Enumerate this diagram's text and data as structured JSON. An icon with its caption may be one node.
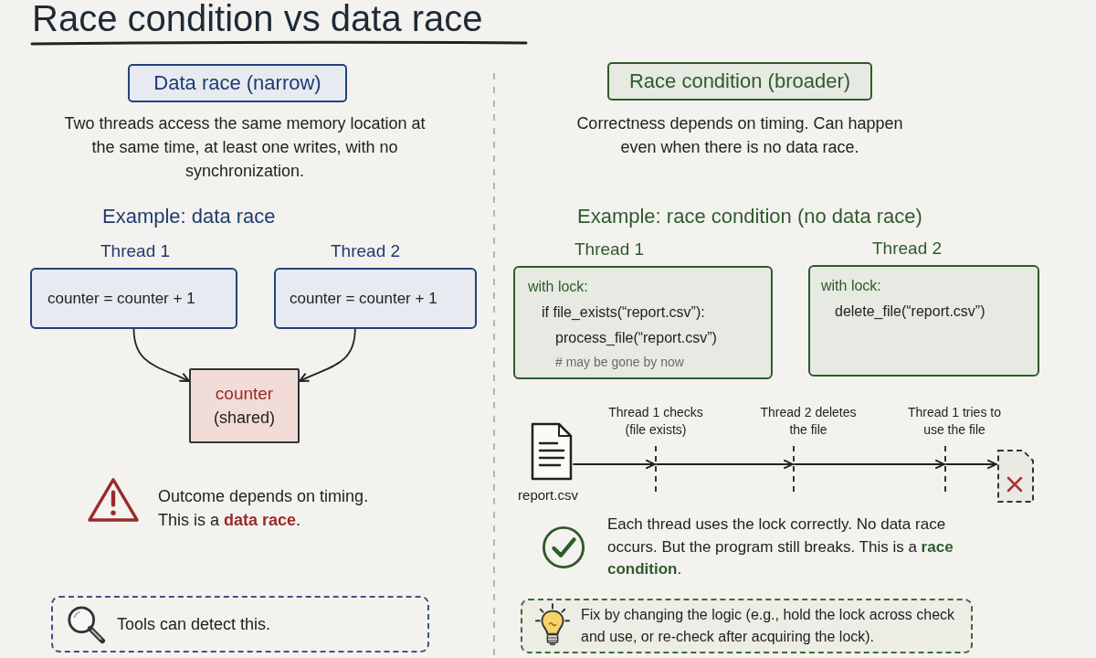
{
  "diagram": {
    "title": "Race condition vs data race",
    "nodes": [
      {
        "text": [
          "Data race (narrow)"
        ]
      },
      {
        "text": [
          "Thread 1",
          "counter = counter + 1"
        ]
      },
      {
        "text": [
          "Thread 2",
          "counter = counter + 1"
        ]
      },
      {
        "text": [
          "counter",
          "(shared)"
        ]
      },
      {
        "text": [
          "Tools can detect this."
        ]
      },
      {
        "text": [
          "Race condition (broader)"
        ]
      },
      {
        "text": [
          "Thread 1",
          "with lock:",
          "if file_exists(“report.csv”):",
          "process_file(“report.csv”)",
          "# may be gone by now"
        ]
      },
      {
        "text": [
          "Thread 2",
          "with lock:",
          "delete_file(“report.csv”)"
        ]
      },
      {
        "text": [],
        "shape": "picture",
        "beside": [
          "report.csv"
        ]
      },
      {
        "text": [],
        "shape": "line",
        "beside": [
          "Thread 1 checks (file exists)"
        ]
      },
      {
        "text": [],
        "shape": "line",
        "beside": [
          "Thread 2 deletes the file"
        ]
      },
      {
        "text": [],
        "shape": "line",
        "beside": [
          "Thread 1 tries to use the file"
        ]
      },
      {
        "text": [],
        "shape": "picture"
      },
      {
        "text": [
          "Fix by changing the logic (e.g., hold the lock across check and use, or re-check after acquiring the lock)."
        ]
      }
    ],
    "edges": [
      {
        "from": 1,
        "to": 3,
        "arrow": "to"
      },
      {
        "from": 2,
        "to": 3,
        "arrow": "to"
      },
      {
        "from": 8,
        "to": 9,
        "arrow": "to"
      },
      {
        "from": 9,
        "to": 10,
        "arrow": "to"
      },
      {
        "from": 10,
        "to": 11,
        "arrow": "to"
      },
      {
        "from": 11,
        "to": 12,
        "arrow": "to"
      }
    ],
    "labels": [
      "Two threads access the same memory location at the same time, at least one writes, with no synchronization.",
      "Example: data race",
      "Outcome depends on timing. This is a **data race**.",
      "Correctness depends on timing. Can happen even when there is no data race.",
      "Example: race condition (no data race)",
      "Each thread uses the lock correctly. No data race occurs. But the program still breaks. This is a **race condition**."
    ]
  }
}
